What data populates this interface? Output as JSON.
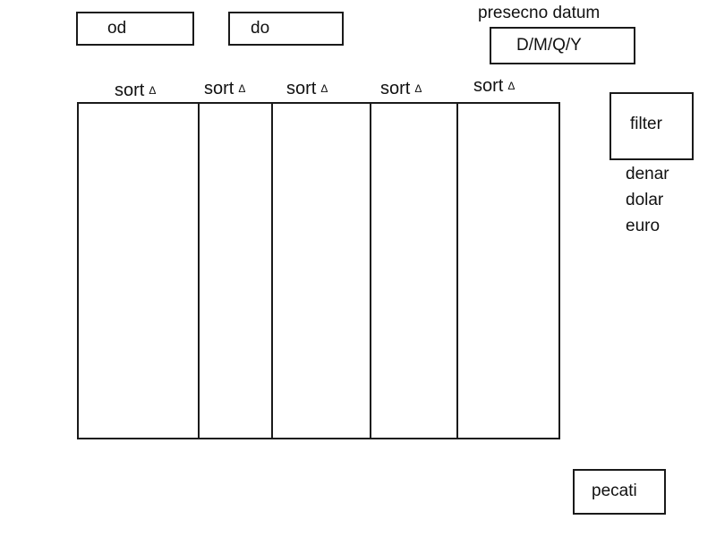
{
  "date_range": {
    "from_value": "od",
    "to_value": "do"
  },
  "period": {
    "label": "presecno datum",
    "value": "D/M/Q/Y"
  },
  "table": {
    "columns": [
      {
        "label": "sort",
        "arrow": "Δ"
      },
      {
        "label": "sort",
        "arrow": "Δ"
      },
      {
        "label": "sort",
        "arrow": "Δ"
      },
      {
        "label": "sort",
        "arrow": "Δ"
      },
      {
        "label": "sort",
        "arrow": "Δ"
      }
    ],
    "rows": []
  },
  "filter": {
    "button_label": "filter",
    "currencies": [
      "denar",
      "dolar",
      "euro"
    ]
  },
  "print": {
    "button_label": "pecati"
  }
}
